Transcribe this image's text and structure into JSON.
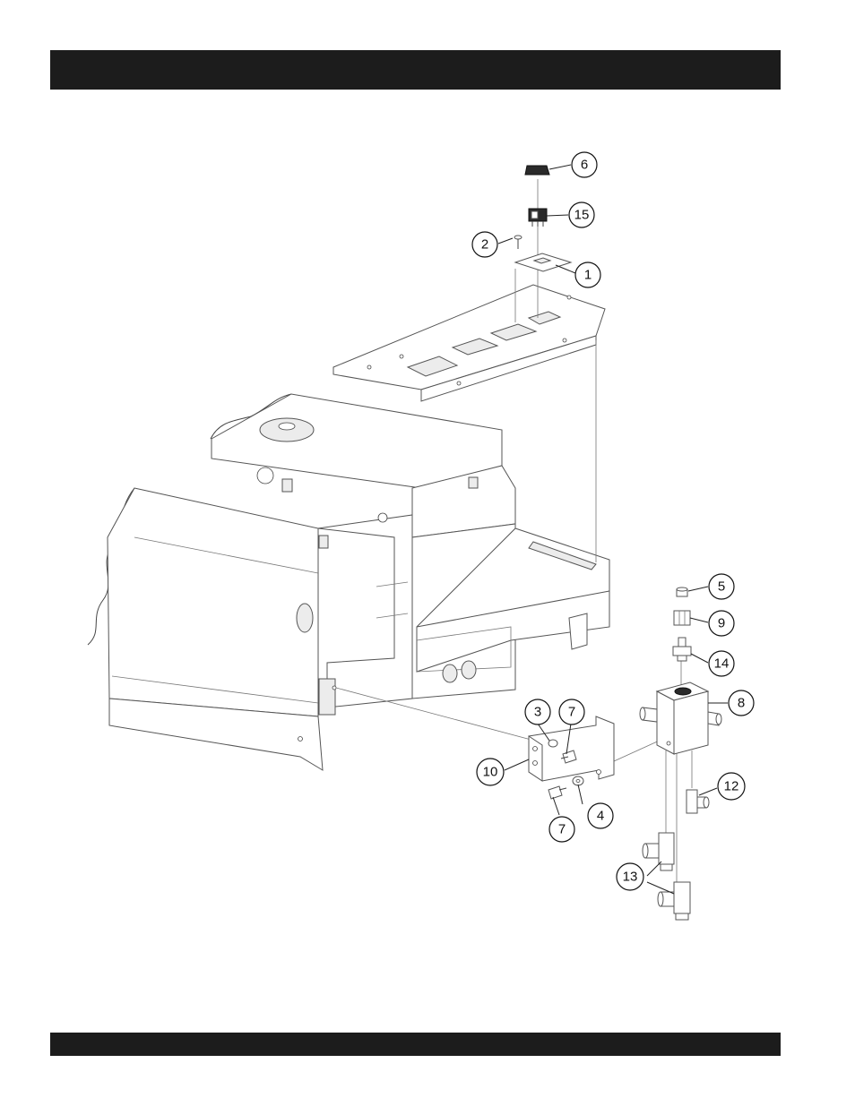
{
  "header": {
    "title": ""
  },
  "footer": {
    "text": ""
  },
  "callouts": {
    "c1": "1",
    "c2": "2",
    "c3": "3",
    "c4": "4",
    "c5": "5",
    "c6": "6",
    "c7a": "7",
    "c7b": "7",
    "c8": "8",
    "c9": "9",
    "c10": "10",
    "c12": "12",
    "c13": "13",
    "c14": "14",
    "c15": "15"
  }
}
